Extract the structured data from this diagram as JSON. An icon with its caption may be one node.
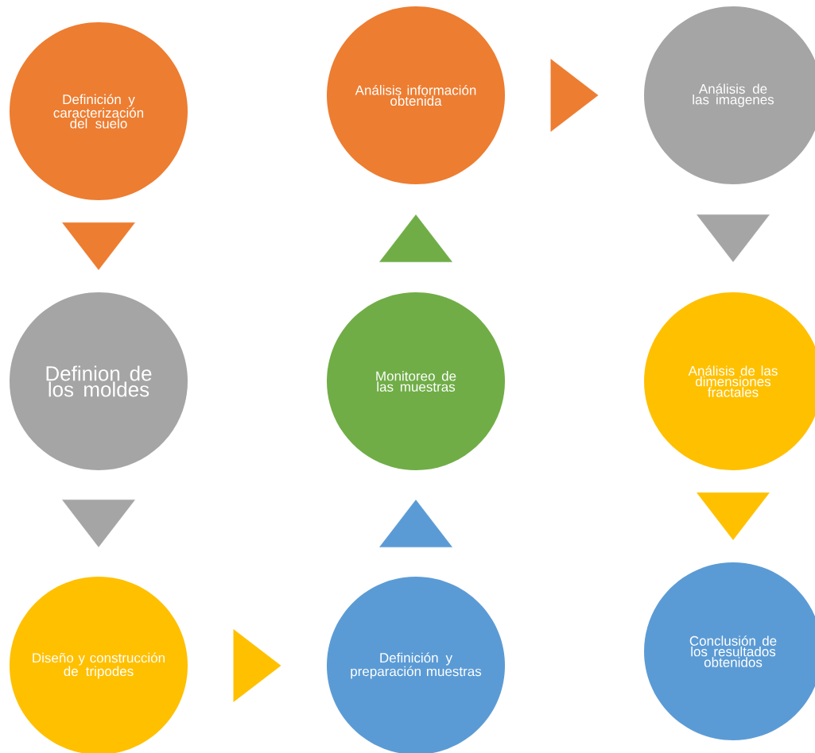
{
  "diagram": {
    "nodes": [
      {
        "text": [
          "Definición y caracterización del suelo"
        ]
      },
      {
        "text": [
          "Definion de los moldes"
        ]
      },
      {
        "text": [
          "Diseño y construcción de tripodes"
        ]
      },
      {
        "text": [
          "Definición y preparación muestras"
        ]
      },
      {
        "text": [
          "Monitoreo de las muestras"
        ]
      },
      {
        "text": [
          "Análisis información obtenida"
        ]
      },
      {
        "text": [
          "Análisis de las imagenes"
        ]
      },
      {
        "text": [
          "Análisis de las dimensiones fractales"
        ]
      },
      {
        "text": [
          "Conclusión de los resultados obtenidos"
        ]
      }
    ],
    "edges": [
      {
        "from": 0,
        "to": 1,
        "arrow": "to",
        "color": "#ed7d31"
      },
      {
        "from": 1,
        "to": 2,
        "arrow": "to",
        "color": "#a5a5a5"
      },
      {
        "from": 2,
        "to": 3,
        "arrow": "to",
        "color": "#ffc000"
      },
      {
        "from": 3,
        "to": 4,
        "arrow": "to",
        "color": "#5b9bd5"
      },
      {
        "from": 4,
        "to": 5,
        "arrow": "to",
        "color": "#70ad47"
      },
      {
        "from": 5,
        "to": 6,
        "arrow": "to",
        "color": "#ed7d31"
      },
      {
        "from": 6,
        "to": 7,
        "arrow": "to",
        "color": "#a5a5a5"
      },
      {
        "from": 7,
        "to": 8,
        "arrow": "to",
        "color": "#ffc000"
      }
    ]
  }
}
